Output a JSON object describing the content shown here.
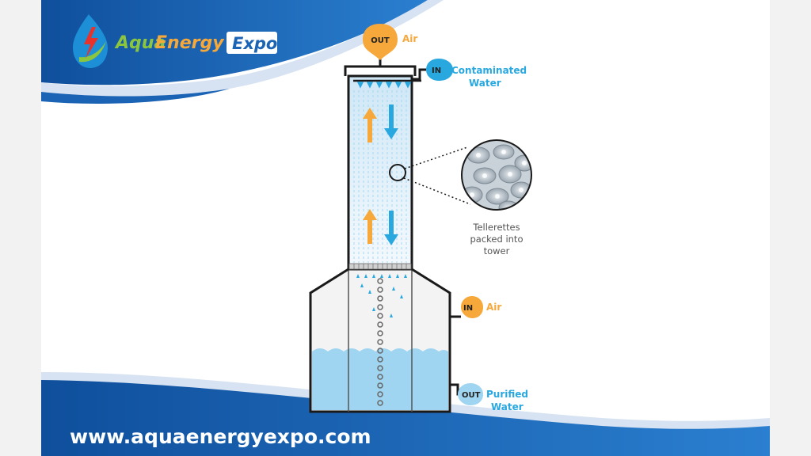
{
  "brand": {
    "name_part1": "Aqua",
    "name_part2": "Energy",
    "name_part3": "Expo",
    "website": "www.aquaenergyexpo.com"
  },
  "colors": {
    "brand_blue": "#1b63b4",
    "air_orange": "#f6a83a",
    "water_blue": "#29a8e0",
    "water_light": "#9fd5f1",
    "label_gray": "#555555",
    "outline": "#1a1a1a",
    "logo_green": "#8cc63f"
  },
  "diagram": {
    "top_outlet": {
      "badge": "OUT",
      "label": "Air",
      "badge_icon": "air-outlet-drop"
    },
    "water_inlet": {
      "badge": "IN",
      "label_line1": "Contaminated",
      "label_line2": "Water"
    },
    "air_inlet": {
      "badge": "IN",
      "label": "Air"
    },
    "water_outlet": {
      "badge": "OUT",
      "label_line1": "Purified",
      "label_line2": "Water"
    },
    "packing_callout": {
      "line1": "Tellerettes",
      "line2": "packed into",
      "line3": "tower"
    },
    "flow_arrows": [
      "air-up-arrow",
      "water-down-arrow"
    ]
  }
}
